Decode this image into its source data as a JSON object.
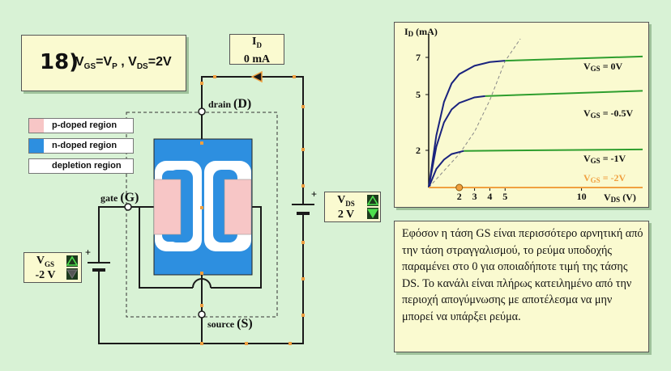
{
  "step": {
    "number": "18)",
    "condition": "VGS=VP , VDS=2V"
  },
  "id_meter": {
    "label": "ID",
    "value": "0 mA"
  },
  "vds_control": {
    "label": "VDS",
    "value": "2 V"
  },
  "vgs_control": {
    "label": "VGS",
    "value": "-2 V"
  },
  "legend": [
    {
      "label": "p-doped region",
      "color": "#f7c6c6"
    },
    {
      "label": "n-doped region",
      "color": "#2d8fe0"
    },
    {
      "label": "depletion region",
      "color": "#ffffff"
    }
  ],
  "terminals": {
    "drain": "drain",
    "drain_letter": "(D)",
    "gate": "gate",
    "gate_letter": "(G)",
    "source": "source",
    "source_letter": "(S)"
  },
  "description": "Εφόσον η τάση GS είναι περισσότερο αρνητική από την τάση στραγγαλισμού, το ρεύμα υποδοχής παραμένει στο 0 για οποιαδήποτε τιμή της τάσης DS. Το κανάλι είναι πλήρως κατειλημένο από την περιοχή απογύμνωσης με αποτέλεσμα να μην μπορεί να υπάρξει ρεύμα.",
  "chart_data": {
    "type": "line",
    "ylabel": "ID (mA)",
    "xlabel": "VDS (V)",
    "xlim": [
      0,
      14
    ],
    "ylim": [
      0,
      8
    ],
    "yticks": [
      2,
      5,
      7
    ],
    "xticks": [
      2,
      3,
      4,
      5,
      10
    ],
    "series": [
      {
        "name": "VGS = 0V",
        "color": "#1a237e",
        "sat_color": "#2e9e2e",
        "points": [
          [
            0,
            0
          ],
          [
            0.5,
            2.8
          ],
          [
            1,
            4.6
          ],
          [
            1.5,
            5.6
          ],
          [
            2,
            6.1
          ],
          [
            3,
            6.55
          ],
          [
            4,
            6.75
          ],
          [
            5,
            6.82
          ],
          [
            14,
            7.05
          ]
        ],
        "sat_from": 5
      },
      {
        "name": "VGS = -0.5V",
        "color": "#1a237e",
        "sat_color": "#2e9e2e",
        "points": [
          [
            0,
            0
          ],
          [
            0.5,
            2.2
          ],
          [
            1,
            3.5
          ],
          [
            1.5,
            4.2
          ],
          [
            2,
            4.55
          ],
          [
            3,
            4.85
          ],
          [
            3.7,
            4.92
          ],
          [
            14,
            5.2
          ]
        ],
        "sat_from": 3.7
      },
      {
        "name": "VGS = -1V",
        "color": "#1a237e",
        "sat_color": "#2e9e2e",
        "points": [
          [
            0,
            0
          ],
          [
            0.5,
            1.0
          ],
          [
            1,
            1.5
          ],
          [
            1.5,
            1.8
          ],
          [
            2.3,
            1.97
          ],
          [
            14,
            2.05
          ]
        ],
        "sat_from": 2.3
      },
      {
        "name": "VGS = -2V",
        "color": "#f0a040",
        "points": [
          [
            0,
            0
          ],
          [
            14,
            0
          ]
        ]
      }
    ],
    "pinchoff_curve": [
      [
        0,
        0
      ],
      [
        2,
        1.8
      ],
      [
        3,
        3.0
      ],
      [
        4,
        4.7
      ],
      [
        5,
        6.8
      ],
      [
        6,
        8
      ]
    ],
    "operating_point": [
      2,
      0
    ],
    "highlight_series": "VGS = -2V"
  },
  "colors": {
    "background": "#d8f2d5",
    "panel": "#fafad0",
    "wire": "#1a1a1a",
    "node": "#f0a040",
    "n_region": "#2d8fe0",
    "p_region": "#f7c6c6",
    "depletion": "#ffffff"
  }
}
